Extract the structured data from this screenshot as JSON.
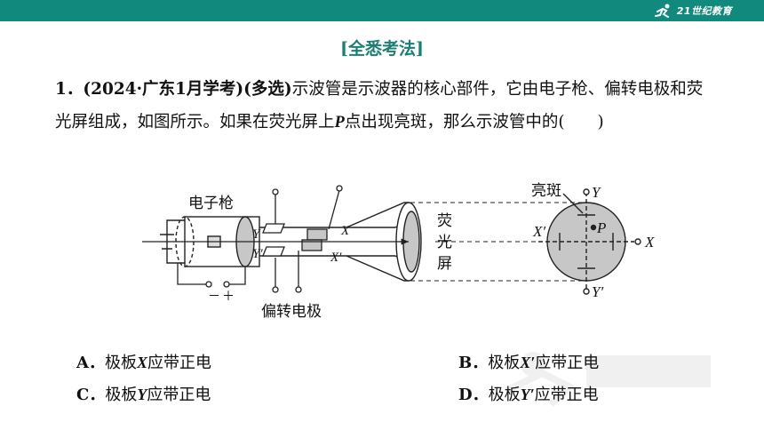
{
  "header": {
    "logo_text": "21世纪教育"
  },
  "section_title": "[全悉考法]",
  "question": {
    "number": "1．",
    "source": "(2024·广东1月学考)(多选)",
    "text_a": "示波管是示波器的核心部件，它由电子枪、偏转电极和荧光屏组成，如图所示。如果在荧光屏上",
    "point": "P",
    "text_b": "点出现亮斑，那么示波管中的(　　)"
  },
  "figure": {
    "gun_label": "电子枪",
    "deflect_label": "偏转电极",
    "screen_label_1": "荧",
    "screen_label_2": "光",
    "screen_label_3": "屏",
    "spot_label": "亮斑",
    "y_top": "Y",
    "y_bottom": "Y′",
    "x_right": "X",
    "x_left": "X′",
    "p_label": "P",
    "minus": "－",
    "plus": "＋",
    "plate_y": "Y",
    "plate_y2": "Y′",
    "plate_x": "X",
    "plate_x2": "X′"
  },
  "options": [
    {
      "key": "A．",
      "pre": "极板",
      "var": "X",
      "post": "应带正电"
    },
    {
      "key": "B．",
      "pre": "极板",
      "var": "X′",
      "post": "应带正电"
    },
    {
      "key": "C．",
      "pre": "极板",
      "var": "Y",
      "post": "应带正电"
    },
    {
      "key": "D．",
      "pre": "极板",
      "var": "Y′",
      "post": "应带正电"
    }
  ]
}
